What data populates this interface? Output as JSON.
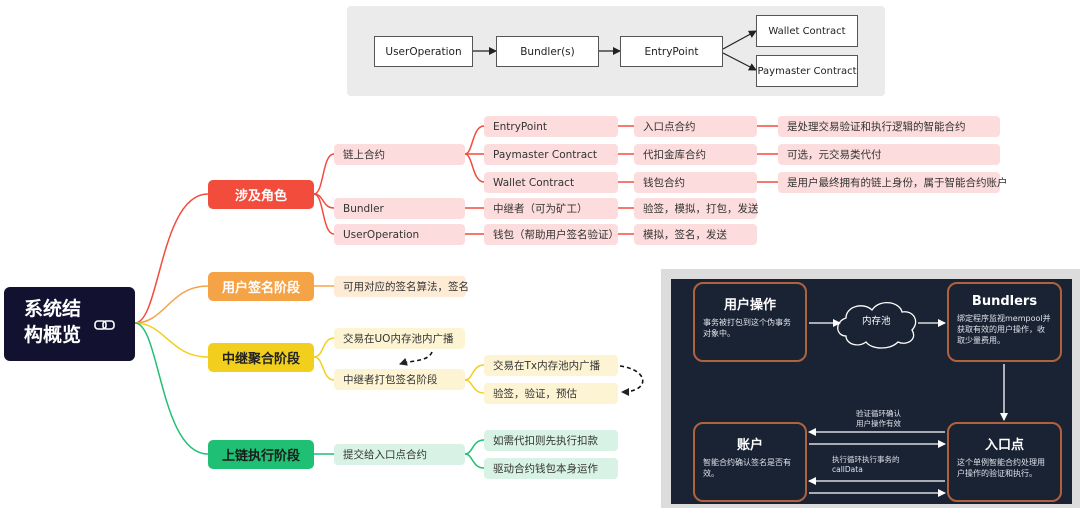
{
  "top_flow": {
    "user_operation": "UserOperation",
    "bundlers": "Bundler(s)",
    "entry_point": "EntryPoint",
    "wallet_contract": "Wallet Contract",
    "paymaster_contract": "Paymaster Contract"
  },
  "mindmap": {
    "root": {
      "line1": "系统结",
      "line2": "构概览"
    },
    "stages": {
      "roles": "涉及角色",
      "signing": "用户签名阶段",
      "relay": "中继聚合阶段",
      "onchain": "上链执行阶段"
    },
    "roles": {
      "chain_contracts": "链上合约",
      "entrypoint": "EntryPoint",
      "entrypoint_cn": "入口点合约",
      "entrypoint_desc": "是处理交易验证和执行逻辑的智能合约",
      "paymaster": "Paymaster Contract",
      "paymaster_cn": "代扣金库合约",
      "paymaster_desc": "可选，元交易类代付",
      "wallet": "Wallet Contract",
      "wallet_cn": "钱包合约",
      "wallet_desc": "是用户最终拥有的链上身份，属于智能合约账户",
      "bundler": "Bundler",
      "bundler_cn": "中继者（可为矿工）",
      "bundler_desc": "验签，模拟，打包，发送",
      "userop": "UserOperation",
      "userop_cn": "钱包（帮助用户签名验证）",
      "userop_desc": "模拟，签名，发送"
    },
    "signing": {
      "detail": "可用对应的签名算法，签名"
    },
    "relay": {
      "broadcast_uo": "交易在UO内存池内广播",
      "bundle_sign": "中继者打包签名阶段",
      "broadcast_tx": "交易在Tx内存池内广播",
      "verify": "验签，验证，预估"
    },
    "onchain": {
      "submit": "提交给入口点合约",
      "deduct": "如需代扣则先执行扣款",
      "drive": "驱动合约钱包本身运作"
    }
  },
  "dark_diagram": {
    "user_op": {
      "title": "用户操作",
      "body": "事务被打包到这个伪事务对象中。"
    },
    "mempool": "内存池",
    "bundlers": {
      "title": "Bundlers",
      "body": "绑定程序监视mempool并获取有效的用户操作，收取少量费用。"
    },
    "account": {
      "title": "账户",
      "body": "智能合约确认签名是否有效。"
    },
    "entry": {
      "title": "入口点",
      "body": "这个单例智能合约处理用户操作的验证和执行。"
    },
    "label_verify_1": "验证循环确认",
    "label_verify_2": "用户操作有效",
    "label_exec_1": "执行循环执行事务的",
    "label_exec_2": "callData"
  },
  "colors": {
    "roles": "#f24c3d",
    "signing": "#f5a347",
    "relay": "#f2cf1d",
    "onchain": "#1fbf74",
    "root_bg": "#121230",
    "dark_bg": "#1a2334",
    "dark_border": "#b2623a"
  }
}
